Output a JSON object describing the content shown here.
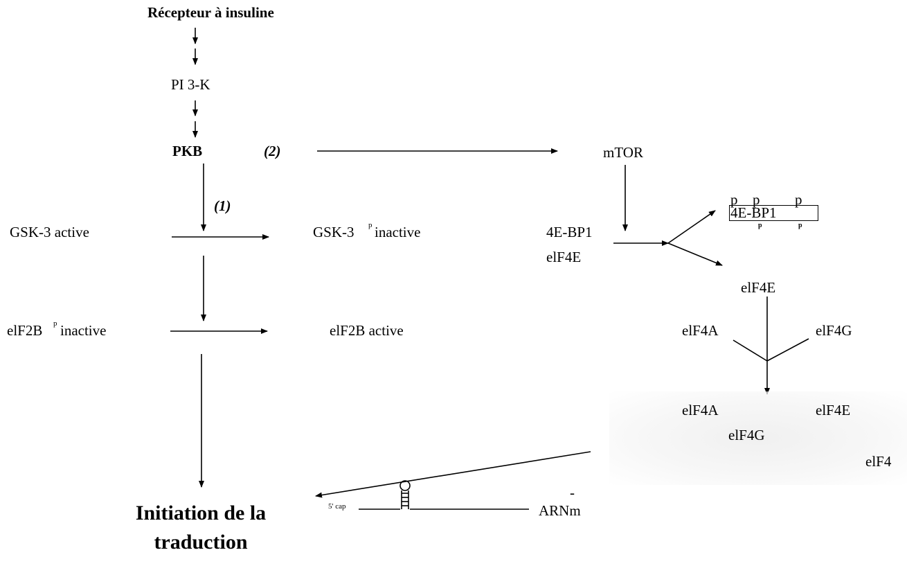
{
  "labels": {
    "receptor": "Récepteur à insuline",
    "pi3k": "PI 3-K",
    "pkb": "PKB",
    "path1": "(1)",
    "path2": "(2)",
    "mtor": "mTOR",
    "gsk3_active": "GSK-3 active",
    "gsk3_p": "GSK-3",
    "p_sup_1": "p",
    "gsk3_inactive": "inactive",
    "eif2b_p": "elF2B",
    "p_sup_2": "p",
    "eif2b_inactive": "inactive",
    "eif2b_active": "elF2B active",
    "bp1_left": "4E-BP1",
    "eif4e_left": "elF4E",
    "p_top_1": "p",
    "p_top_2": "p",
    "p_top_3": "p",
    "bp1_box": "4E-BP1",
    "p_bottom_1": "p",
    "p_bottom_2": "p",
    "eif4e_released": "elF4E",
    "eif4a_top": "elF4A",
    "eif4g_top": "elF4G",
    "eif4a_complex": "elF4A",
    "eif4e_complex": "elF4E",
    "eif4g_complex": "elF4G",
    "eif4_complex": "elF4",
    "cap": "5' cap",
    "mrna": "ARNm",
    "minus": "-",
    "initiation_line1": "Initiation de la",
    "initiation_line2": "traduction"
  }
}
